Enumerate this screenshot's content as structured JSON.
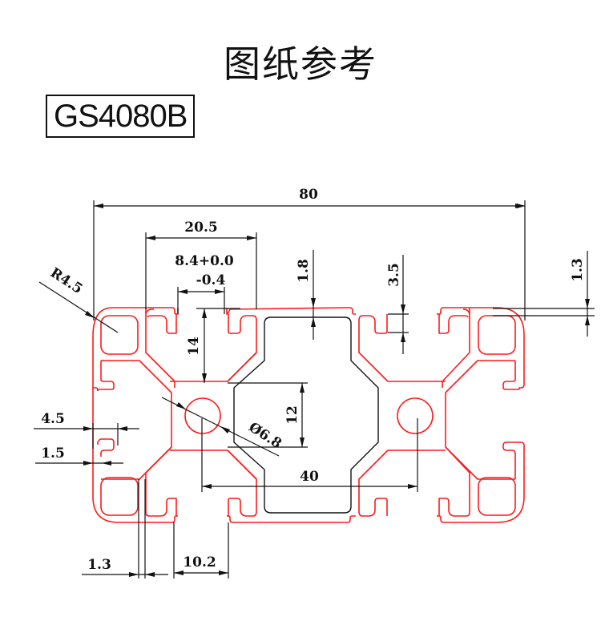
{
  "title": "图纸参考",
  "model": "GS4080B",
  "colors": {
    "profile": "#ff1a1a",
    "lines": "#111111",
    "background": "#ffffff"
  },
  "dimensions": {
    "overall_width": "80",
    "slot_pitch": "20.5",
    "slot_width": "8.4+0.0",
    "slot_tolerance": "-0.4",
    "top_wall": "1.8",
    "lip_depth": "3.5",
    "corner_wall": "1.3",
    "corner_radius": "R4.5",
    "slot_depth": "14",
    "core_height": "12",
    "hole_diameter": "Ø6.8",
    "hole_spacing": "40",
    "side_lip": "4.5",
    "side_wall": "1.5",
    "bottom_wall": "1.3",
    "bottom_slot": "10.2"
  }
}
